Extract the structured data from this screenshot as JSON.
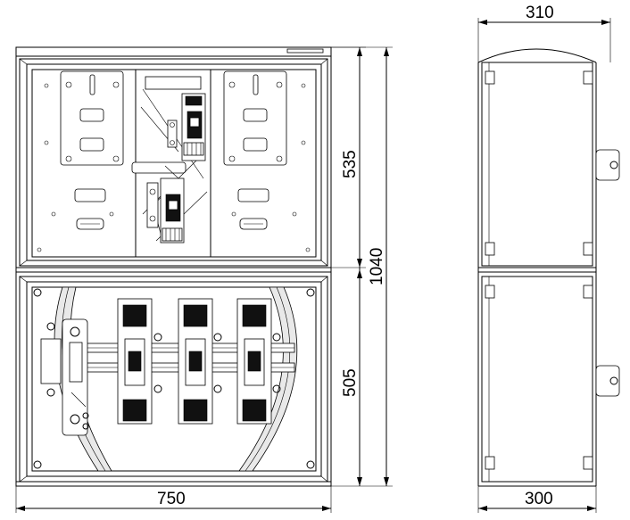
{
  "dimensions": {
    "front_width": "750",
    "side_width_top": "310",
    "side_width_bottom": "300",
    "total_height": "1040",
    "upper_height": "535",
    "lower_height": "505"
  },
  "colors": {
    "line": "#000000",
    "panel": "#ffffff",
    "shade": "#e9e9e9",
    "fuse_dark": "#111111"
  }
}
